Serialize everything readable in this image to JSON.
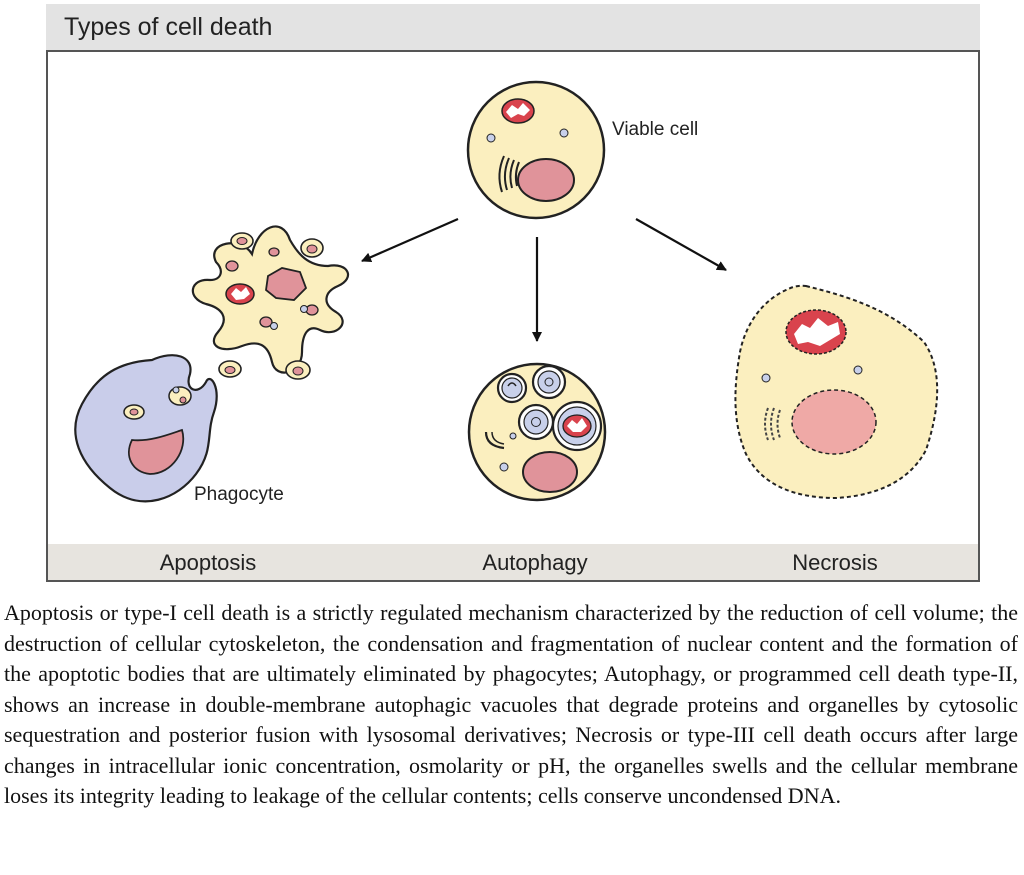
{
  "figure": {
    "title": "Types of cell death",
    "labels": {
      "viable_cell": "Viable cell",
      "phagocyte": "Phagocyte"
    },
    "footer": {
      "apoptosis": "Apoptosis",
      "autophagy": "Autophagy",
      "necrosis": "Necrosis"
    },
    "colors": {
      "cytoplasm": "#fbefbf",
      "nucleus": "#e0939a",
      "mitochondria": "#d9434d",
      "phagocyte": "#c9cdea",
      "vesicle": "#c8d0ea",
      "outline": "#222222",
      "title_bar": "#e3e3e3",
      "footer_bar": "#e7e4df"
    }
  },
  "caption": "Apoptosis or type-I cell death is a strictly regulated mechanism characterized by the reduction of cell volume; the destruction of cellular cytoskeleton, the condensation and fragmentation of nuclear content and the formation of the apoptotic bodies that are ultimately eliminated by phagocytes; Autophagy, or programmed cell death type-II, shows an increase in double-membrane autophagic vacuoles that degrade proteins and organelles by cytosolic sequestration and posterior fusion with lysosomal derivatives; Necrosis or type-III cell death occurs after large changes in intracellular ionic concentration, osmolarity or pH, the organelles swells and the cellular membrane loses its integrity leading to leakage of the cellular contents; cells conserve uncondensed DNA."
}
